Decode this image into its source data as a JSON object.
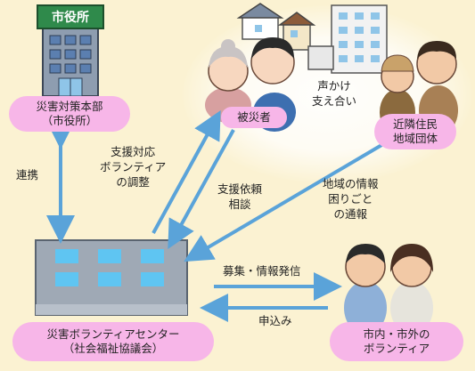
{
  "city_hall": {
    "sign": "市役所",
    "label_line1": "災害対策本部",
    "label_line2": "（市役所）"
  },
  "victims": {
    "label": "被災者"
  },
  "neighbors": {
    "label_line1": "近隣住民",
    "label_line2": "地域団体"
  },
  "center": {
    "label_line1": "災害ボランティアセンター",
    "label_line2": "（社会福祉協議会）"
  },
  "volunteers": {
    "label_line1": "市内・市外の",
    "label_line2": "ボランティア"
  },
  "flows": {
    "coordination": "連携",
    "support_adjust": [
      "支援対応",
      "ボランティア",
      "の調整"
    ],
    "support_request": [
      "支援依頼",
      "相談"
    ],
    "mutual_help": [
      "声かけ",
      "支え合い"
    ],
    "local_info": [
      "地域の情報",
      "困りごと",
      "の通報"
    ],
    "recruit": "募集・情報発信",
    "apply": "申込み"
  },
  "colors": {
    "background": "#fbf2d2",
    "pill": "#f7b6e8",
    "arrow": "#5aa3d9"
  }
}
